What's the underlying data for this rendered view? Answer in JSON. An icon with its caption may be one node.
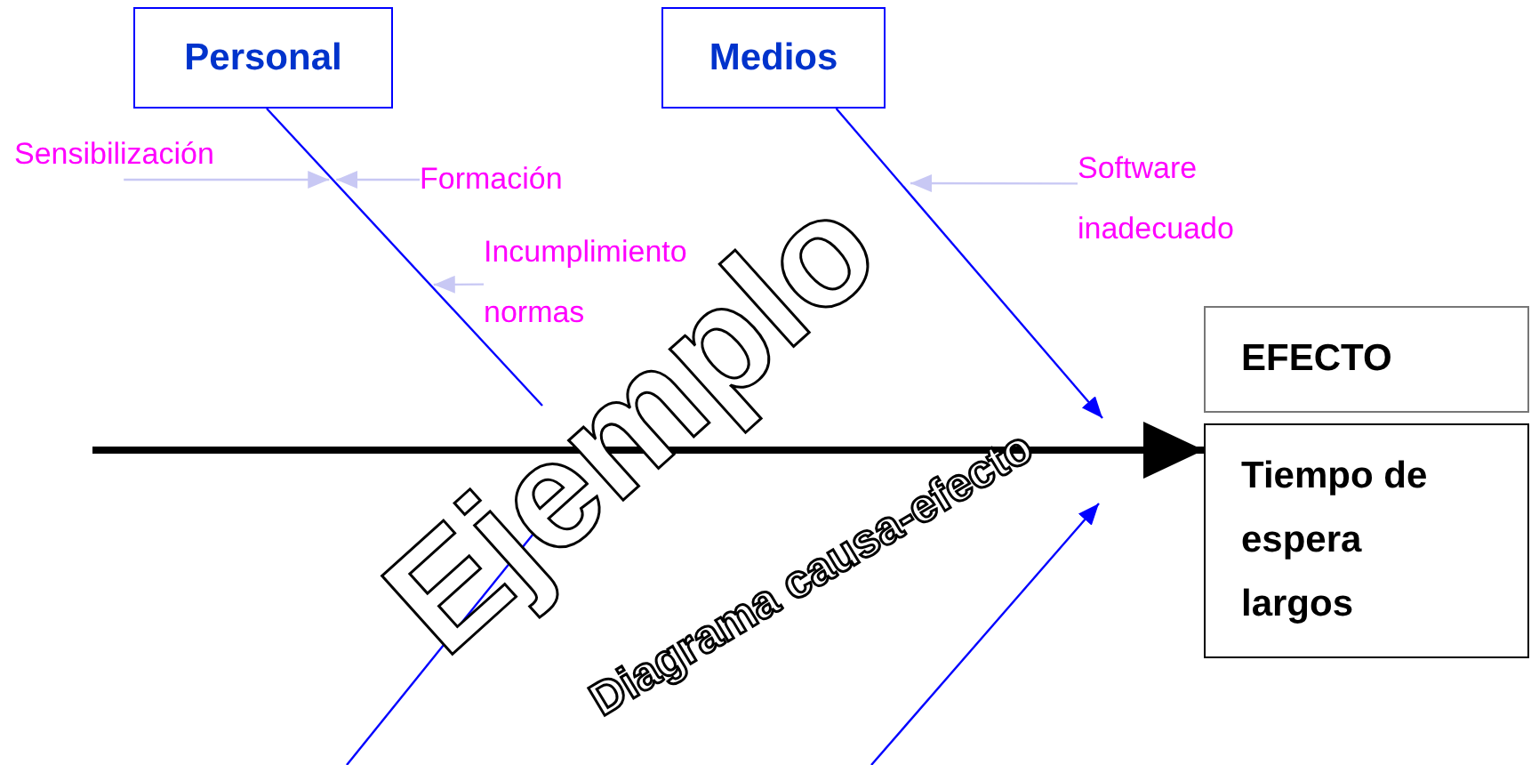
{
  "diagram": {
    "nodes": [
      {
        "text": [
          "Personal"
        ]
      },
      {
        "text": [
          "Medios"
        ]
      },
      {
        "text": [
          "EFECTO"
        ]
      },
      {
        "text": [
          "Tiempo de espera largos"
        ]
      },
      {
        "text": [
          "Sensibilización"
        ]
      },
      {
        "text": [
          "Formación"
        ]
      },
      {
        "text": [
          "Incumplimiento normas"
        ]
      },
      {
        "text": [
          "Software inadecuado"
        ]
      },
      {
        "text": [],
        "shape": "line"
      }
    ],
    "edges": [
      {
        "from": null,
        "to": 3,
        "arrow": "to",
        "style": "thick",
        "color": "#000000"
      },
      {
        "from": 1,
        "to": null,
        "arrow": "to",
        "color": "#0000ff"
      },
      {
        "from": 4,
        "to": 8,
        "arrow": "to"
      },
      {
        "from": 5,
        "to": 8,
        "arrow": "to"
      },
      {
        "from": 6,
        "to": 8,
        "arrow": "to"
      },
      {
        "from": 7,
        "to": null,
        "arrow": "to"
      }
    ],
    "labels": [
      "Ejemplo",
      "Diagrama causa-efecto"
    ]
  }
}
